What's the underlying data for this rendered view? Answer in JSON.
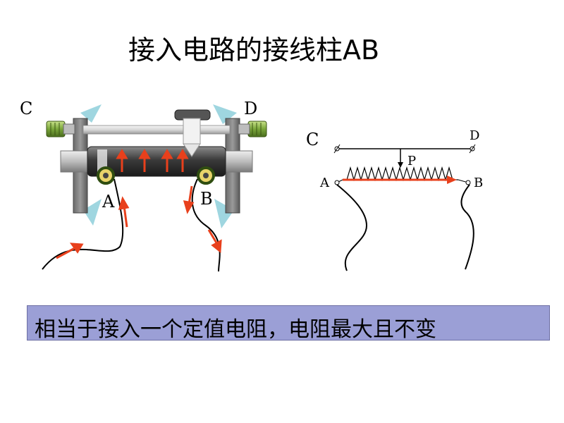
{
  "title": "接入电路的接线柱AB",
  "left_diagram": {
    "label_c": "C",
    "label_d": "D",
    "label_a": "A",
    "label_b": "B"
  },
  "right_diagram": {
    "label_c": "C",
    "label_d": "D",
    "label_a": "A",
    "label_b": "B",
    "label_p": "P"
  },
  "caption": "相当于接入一个定值电阻，电阻最大且不变",
  "colors": {
    "arrow": "#e8401c",
    "caption_bg": "#9b9fd6",
    "knob": "#7aa63a",
    "slider_hint": "#9fd6e0"
  }
}
